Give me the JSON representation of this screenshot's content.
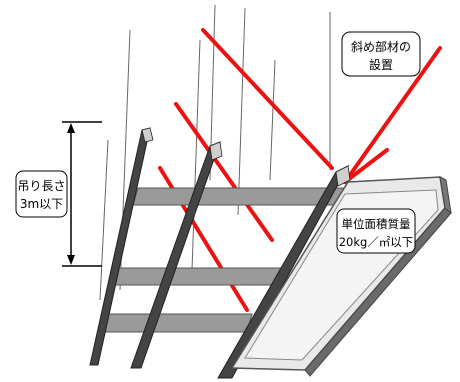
{
  "labels": {
    "diagonal_line1": "斜め部材の",
    "diagonal_line2": "設置",
    "hanging_line1": "吊り長さ",
    "hanging_line2": "3m以下",
    "unit_line1": "単位面積質量",
    "unit_line2": "20kg／㎡以下"
  },
  "colors": {
    "brace_red": "#ee1111",
    "steel_dark": "#444444",
    "steel_light": "#9a9a9a",
    "panel_fill": "#e9e9e9",
    "panel_edge": "#555555",
    "rod": "#666666"
  }
}
